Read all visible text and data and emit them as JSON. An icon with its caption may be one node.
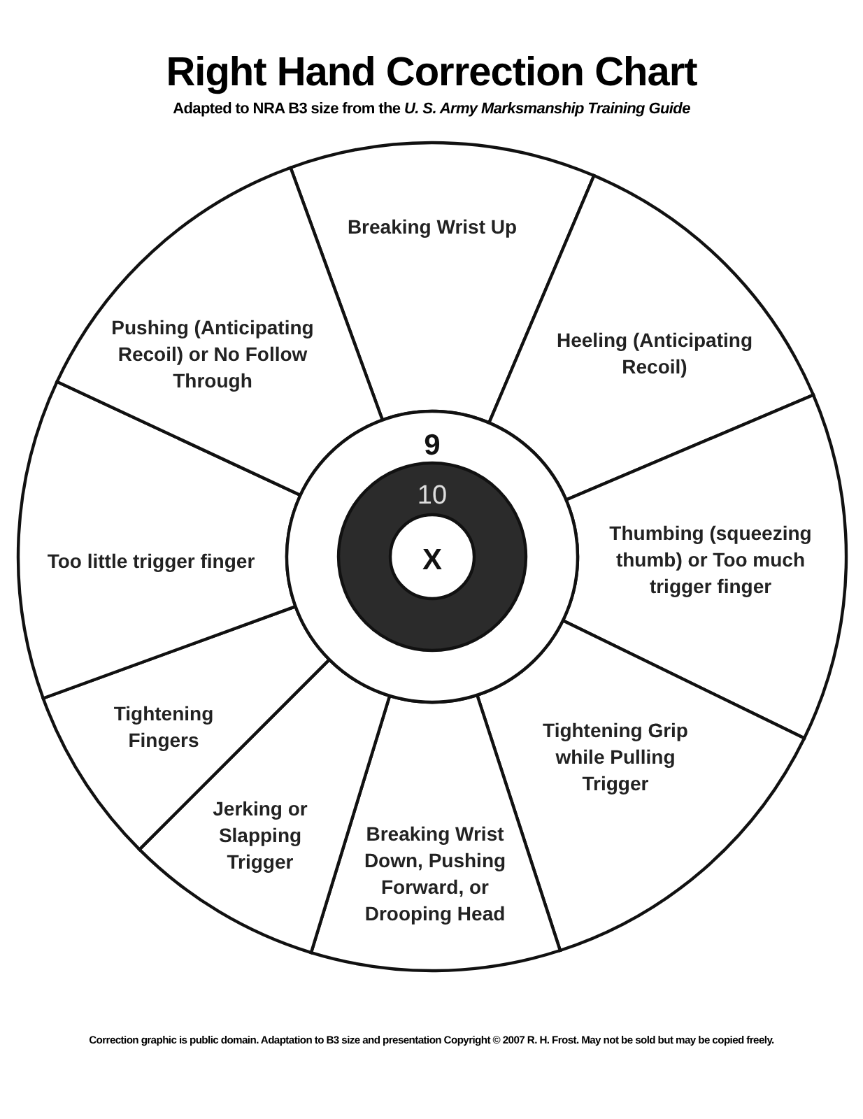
{
  "diagram": {
    "title": "Right Hand Correction Chart",
    "caption": "Adapted to NRA B3 size from the *U. S. Army Marksmanship Training Guide*",
    "nodes": [
      {
        "text": [
          "Breaking Wrist Up"
        ]
      },
      {
        "text": [
          "Heeling (Anticipating Recoil)"
        ]
      },
      {
        "text": [
          "Thumbing (squeezing thumb) or Too much trigger finger"
        ]
      },
      {
        "text": [
          "Tightening Grip while Pulling Trigger"
        ]
      },
      {
        "text": [
          "Breaking Wrist Down, Pushing Forward, or Drooping Head"
        ]
      },
      {
        "text": [
          "Jerking or Slapping Trigger"
        ]
      },
      {
        "text": [
          "Tightening Fingers"
        ]
      },
      {
        "text": [
          "Too little trigger finger"
        ]
      },
      {
        "text": [
          "Pushing (Anticipating Recoil) or No Follow Through"
        ]
      },
      {
        "text": [
          "9"
        ]
      },
      {
        "text": [
          "10"
        ],
        "in": 9
      },
      {
        "text": [
          "X"
        ],
        "in": 10
      }
    ],
    "labels": [
      "Correction graphic is public domain. Adaptation to B3 size and presentation Copyright © 2007 R. H. Frost. May not be sold but may be copied freely."
    ]
  }
}
